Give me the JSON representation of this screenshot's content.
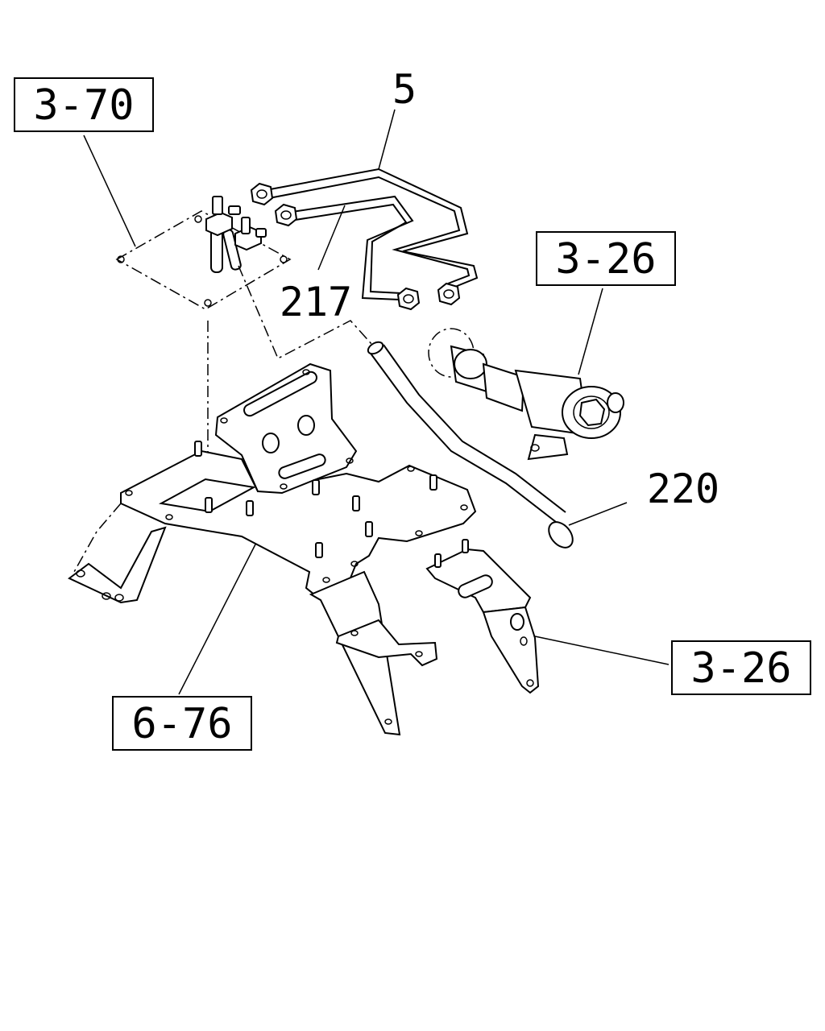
{
  "callouts": {
    "ref_3_70": "3-70",
    "ref_3_26_upper": "3-26",
    "ref_3_26_lower": "3-26",
    "ref_6_76": "6-76",
    "part_5": "5",
    "part_217": "217",
    "part_220": "220"
  }
}
